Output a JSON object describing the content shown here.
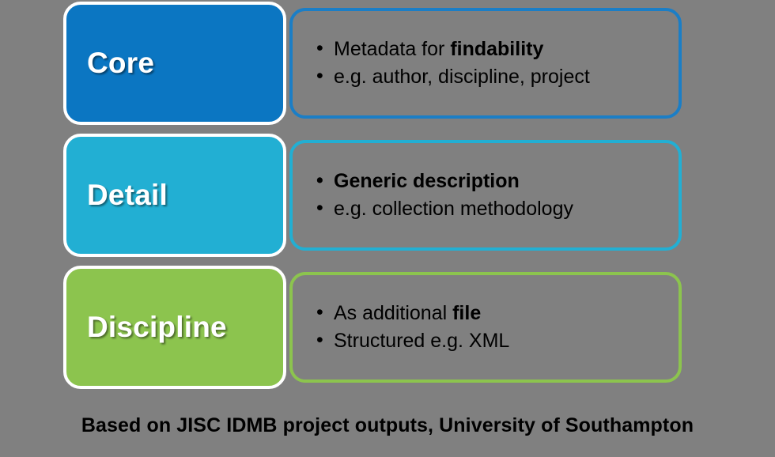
{
  "diagram": {
    "background_color": "#808080",
    "caption": "Based on JISC IDMB project outputs, University of Southampton",
    "rows": [
      {
        "label": "Core",
        "color": "#0b76c2",
        "border_color": "#1b7ec6",
        "bullets": [
          {
            "prefix": "Metadata for ",
            "bold": "findability",
            "suffix": ""
          },
          {
            "prefix": "e.g. author, discipline, project",
            "bold": "",
            "suffix": ""
          }
        ]
      },
      {
        "label": "Detail",
        "color": "#22afd3",
        "border_color": "#22afd3",
        "bullets": [
          {
            "prefix": "",
            "bold": "Generic description",
            "suffix": ""
          },
          {
            "prefix": "e.g. collection methodology",
            "bold": "",
            "suffix": ""
          }
        ]
      },
      {
        "label": "Discipline",
        "color": "#8cc44e",
        "border_color": "#8cc44e",
        "bullets": [
          {
            "prefix": "As additional ",
            "bold": "file",
            "suffix": ""
          },
          {
            "prefix": "Structured e.g. XML",
            "bold": "",
            "suffix": ""
          }
        ]
      }
    ]
  }
}
